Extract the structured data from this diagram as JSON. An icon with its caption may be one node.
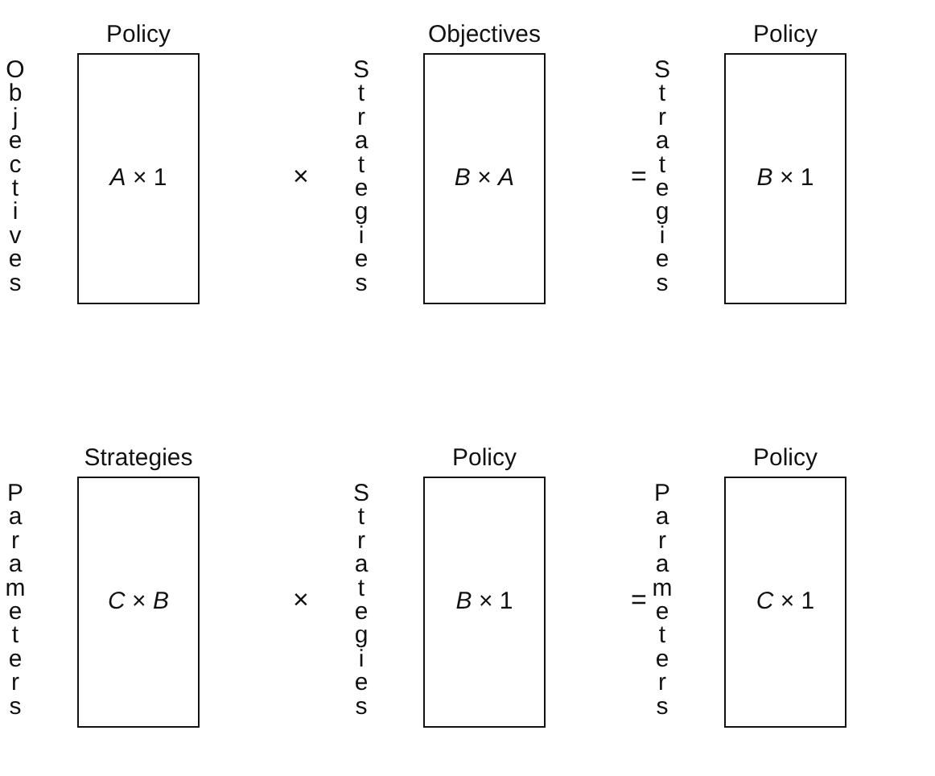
{
  "diagram": {
    "nodes": [
      {
        "text": [
          "Policy",
          "*A* × 1"
        ],
        "beside": [
          "Objectives"
        ]
      },
      {
        "text": [
          "Objectives",
          "*B* × *A*"
        ],
        "beside": [
          "Strategies"
        ]
      },
      {
        "text": [
          "Policy",
          "*B* × 1"
        ],
        "beside": [
          "Strategies"
        ]
      },
      {
        "text": [
          "Strategies",
          "*C* × *B*"
        ],
        "beside": [
          "Parameters"
        ]
      },
      {
        "text": [
          "Policy",
          "*B* × 1"
        ],
        "beside": [
          "Strategies"
        ]
      },
      {
        "text": [
          "Policy",
          "*C* × 1"
        ],
        "beside": [
          "Parameters"
        ]
      }
    ],
    "labels": [
      "×",
      "=",
      "×",
      "="
    ]
  }
}
